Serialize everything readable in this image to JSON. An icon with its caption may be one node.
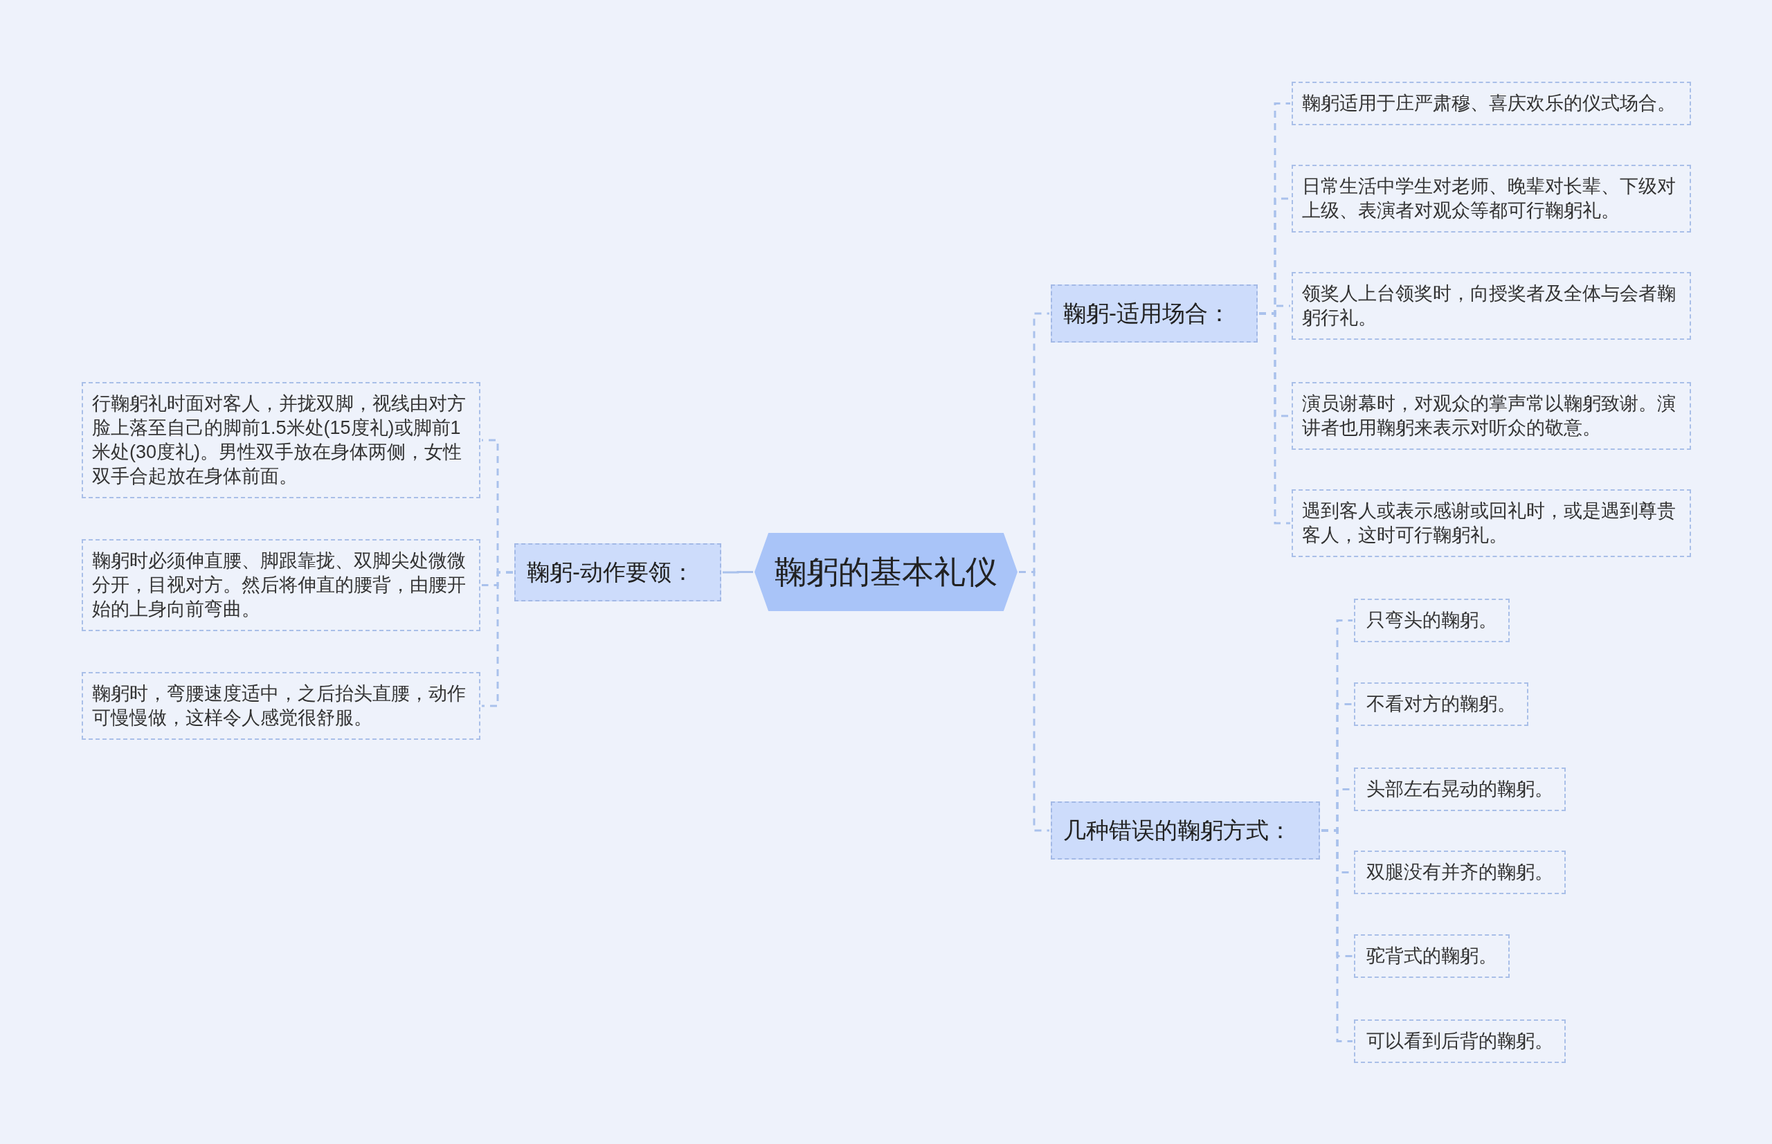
{
  "diagram": {
    "nodes": [
      {
        "text": [
          "鞠躬的基本礼仪"
        ]
      },
      {
        "text": [
          "鞠躬-动作要领："
        ]
      },
      {
        "text": [
          "行鞠躬礼时面对客人，并拢双脚，视线由对方脸上落至自己的脚前1.5米处(15度礼)或脚前1米处(30度礼)。男性双手放在身体两侧，女性双手合起放在身体前面。"
        ]
      },
      {
        "text": [
          "鞠躬时必须伸直腰、脚跟靠拢、双脚尖处微微分开，目视对方。然后将伸直的腰背，由腰开始的上身向前弯曲。"
        ]
      },
      {
        "text": [
          "鞠躬时，弯腰速度适中，之后抬头直腰，动作可慢慢做，这样令人感觉很舒服。"
        ]
      },
      {
        "text": [
          "鞠躬-适用场合："
        ]
      },
      {
        "text": [
          "鞠躬适用于庄严肃穆、喜庆欢乐的仪式场合。"
        ]
      },
      {
        "text": [
          "日常生活中学生对老师、晚辈对长辈、下级对上级、表演者对观众等都可行鞠躬礼。"
        ]
      },
      {
        "text": [
          "领奖人上台领奖时，向授奖者及全体与会者鞠躬行礼。"
        ]
      },
      {
        "text": [
          "演员谢幕时，对观众的掌声常以鞠躬致谢。演讲者也用鞠躬来表示对听众的敬意。"
        ]
      },
      {
        "text": [
          "遇到客人或表示感谢或回礼时，或是遇到尊贵客人，这时可行鞠躬礼。"
        ]
      },
      {
        "text": [
          "几种错误的鞠躬方式："
        ]
      },
      {
        "text": [
          "只弯头的鞠躬。"
        ]
      },
      {
        "text": [
          "不看对方的鞠躬。"
        ]
      },
      {
        "text": [
          "头部左右晃动的鞠躬。"
        ]
      },
      {
        "text": [
          "双腿没有并齐的鞠躬。"
        ]
      },
      {
        "text": [
          "驼背式的鞠躬。"
        ]
      },
      {
        "text": [
          "可以看到后背的鞠躬。"
        ]
      }
    ],
    "edges": [
      {
        "from": 0,
        "to": 1,
        "arrow": "none"
      },
      {
        "from": 1,
        "to": 2,
        "arrow": "none",
        "style": "dashed"
      },
      {
        "from": 1,
        "to": 3,
        "arrow": "none",
        "style": "dashed"
      },
      {
        "from": 1,
        "to": 4,
        "arrow": "none",
        "style": "dashed"
      },
      {
        "from": 0,
        "to": 5,
        "arrow": "none",
        "style": "dashed"
      },
      {
        "from": 5,
        "to": 6,
        "arrow": "none",
        "style": "dashed"
      },
      {
        "from": 5,
        "to": 7,
        "arrow": "none",
        "style": "dashed"
      },
      {
        "from": 5,
        "to": 8,
        "arrow": "none",
        "style": "dashed"
      },
      {
        "from": 5,
        "to": 9,
        "arrow": "none",
        "style": "dashed"
      },
      {
        "from": 5,
        "to": 10,
        "arrow": "none",
        "style": "dashed"
      },
      {
        "from": 0,
        "to": 11,
        "arrow": "none",
        "style": "dashed"
      },
      {
        "from": 11,
        "to": 12,
        "arrow": "none",
        "style": "dashed"
      },
      {
        "from": 11,
        "to": 13,
        "arrow": "none",
        "style": "dashed"
      },
      {
        "from": 11,
        "to": 14,
        "arrow": "none",
        "style": "dashed"
      },
      {
        "from": 11,
        "to": 15,
        "arrow": "none",
        "style": "dashed"
      },
      {
        "from": 11,
        "to": 16,
        "arrow": "none",
        "style": "dashed"
      },
      {
        "from": 11,
        "to": 17,
        "arrow": "none",
        "style": "dashed"
      }
    ]
  }
}
